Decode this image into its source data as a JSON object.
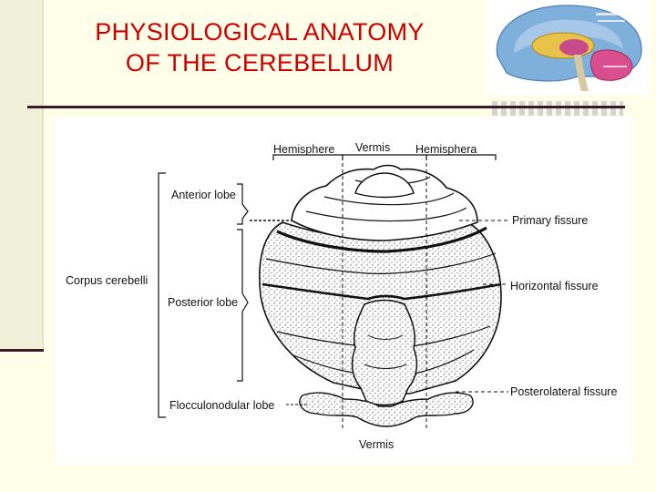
{
  "slide": {
    "title_line1": "PHYSIOLOGICAL ANATOMY",
    "title_line2": "OF THE CEREBELLUM"
  },
  "diagram": {
    "top_labels": {
      "left": "Hemisphere",
      "center": "Vermis",
      "right": "Hemisphera"
    },
    "left_labels": {
      "anterior": "Anterior lobe",
      "corpus": "Corpus cerebelli",
      "posterior": "Posterior lobe",
      "flocculonodular": "Flocculonodular lobe"
    },
    "right_labels": {
      "primary": "Primary fissure",
      "horizontal": "Horizontal fissure",
      "posterolateral": "Posterolateral fissure"
    },
    "bottom_label": "Vermis"
  },
  "colors": {
    "title": "#cc0000",
    "background": "#fefee9",
    "rule": "#3a1a2a"
  }
}
